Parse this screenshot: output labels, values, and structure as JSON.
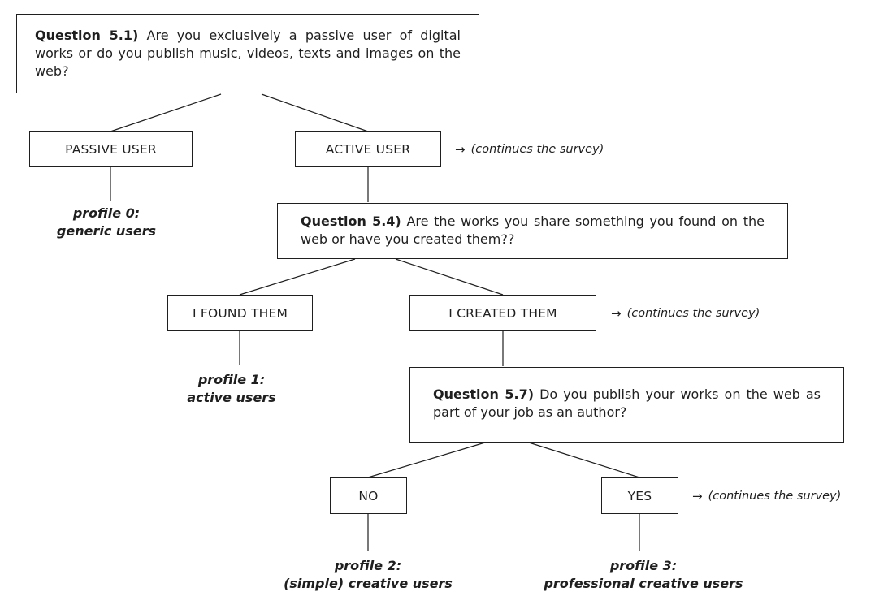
{
  "diagram": {
    "background_color": "#ffffff",
    "line_color": "#1f1f1f",
    "questions": {
      "q51": {
        "label": "Question 5.1)",
        "text": "Are you exclusively a passive user of digital works or do you publish music, videos, texts and images on the web?"
      },
      "q54": {
        "label": "Question 5.4)",
        "text": "Are the works you share something you found on the web or have you created them??"
      },
      "q57": {
        "label": "Question 5.7)",
        "text": "Do you publish your works on the web as part of your job as an author?"
      }
    },
    "answers": {
      "passive": "PASSIVE USER",
      "active": "ACTIVE USER",
      "found": "I FOUND THEM",
      "created": "I CREATED THEM",
      "no": "NO",
      "yes": "YES"
    },
    "profiles": {
      "p0": {
        "line1": "profile 0:",
        "line2": "generic users"
      },
      "p1": {
        "line1": "profile 1:",
        "line2": "active users"
      },
      "p2": {
        "line1": "profile 2:",
        "line2": "(simple) creative users"
      },
      "p3": {
        "line1": "profile 3:",
        "line2": "professional creative users"
      }
    },
    "continues": {
      "arrow": "→",
      "text": "(continues the survey)"
    }
  }
}
